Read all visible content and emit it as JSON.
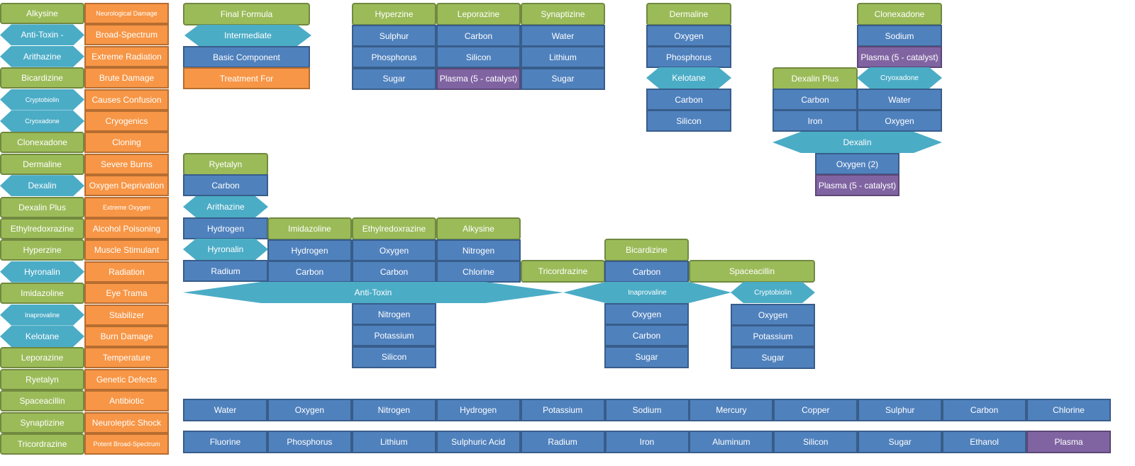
{
  "palette": {
    "green": "#9bbb59",
    "blue": "#4f81bd",
    "purple": "#8064a2",
    "orange": "#f79646",
    "cyan": "#4bacc6"
  },
  "legend_list": [
    {
      "chem": "Alkysine",
      "chem_shape": "rect",
      "treatment": "Neurological Damage",
      "small": true
    },
    {
      "chem": "Anti-Toxin -",
      "chem_shape": "hex",
      "treatment": "Broad-Spectrum"
    },
    {
      "chem": "Arithazine",
      "chem_shape": "hex",
      "treatment": "Extreme Radiation"
    },
    {
      "chem": "Bicardizine",
      "chem_shape": "rect",
      "treatment": "Brute Damage"
    },
    {
      "chem": "Cryptobiolin",
      "chem_shape": "hex",
      "treatment": "Causes Confusion",
      "chem_small": true
    },
    {
      "chem": "Cryoxadone",
      "chem_shape": "hex",
      "treatment": "Cryogenics",
      "chem_small": true
    },
    {
      "chem": "Clonexadone",
      "chem_shape": "rect",
      "treatment": "Cloning"
    },
    {
      "chem": "Dermaline",
      "chem_shape": "rect",
      "treatment": "Severe Burns"
    },
    {
      "chem": "Dexalin",
      "chem_shape": "hex",
      "treatment": "Oxygen Deprivation"
    },
    {
      "chem": "Dexalin Plus",
      "chem_shape": "rect",
      "treatment": "Extreme Oxygen",
      "small": true
    },
    {
      "chem": "Ethylredoxrazine",
      "chem_shape": "rect",
      "treatment": "Alcohol Poisoning"
    },
    {
      "chem": "Hyperzine",
      "chem_shape": "rect",
      "treatment": "Muscle Stimulant"
    },
    {
      "chem": "Hyronalin",
      "chem_shape": "hex",
      "treatment": "Radiation"
    },
    {
      "chem": "Imidazoline",
      "chem_shape": "rect",
      "treatment": "Eye Trama"
    },
    {
      "chem": "Inaprovaline",
      "chem_shape": "hex",
      "treatment": "Stabilizer",
      "chem_small": true
    },
    {
      "chem": "Kelotane",
      "chem_shape": "hex",
      "treatment": "Burn Damage"
    },
    {
      "chem": "Leporazine",
      "chem_shape": "rect",
      "treatment": "Temperature"
    },
    {
      "chem": "Ryetalyn",
      "chem_shape": "rect",
      "treatment": "Genetic Defects"
    },
    {
      "chem": "Spaceacillin",
      "chem_shape": "rect",
      "treatment": "Antibiotic"
    },
    {
      "chem": "Synaptizine",
      "chem_shape": "rect",
      "treatment": "Neuroleptic Shock"
    },
    {
      "chem": "Tricordrazine",
      "chem_shape": "rect",
      "treatment": "Potent Broad-Spectrum",
      "small": true
    }
  ],
  "key": {
    "final": "Final  Formula",
    "intermediate": "Intermediate",
    "basic": "Basic Component",
    "treatment": "Treatment For"
  },
  "recipes": {
    "hyperzine": {
      "name": "Hyperzine",
      "parts": [
        "Sulphur",
        "Phosphorus",
        "Sugar"
      ]
    },
    "leporazine": {
      "name": "Leporazine",
      "parts": [
        "Carbon",
        "Silicon",
        "Plasma (5 - catalyst)"
      ]
    },
    "synaptizine": {
      "name": "Synaptizine",
      "parts": [
        "Water",
        "Lithium",
        "Sugar"
      ]
    },
    "dermaline": {
      "name": "Dermaline",
      "parts": [
        "Oxygen",
        "Phosphorus"
      ],
      "mid": "Kelotane",
      "mid_parts": [
        "Carbon",
        "Silicon"
      ]
    },
    "clonexadone": {
      "name": "Clonexadone",
      "parts": [
        "Sodium",
        "Plasma (5 - catalyst)"
      ],
      "mid": "Cryoxadone",
      "mid_parts": [
        "Water",
        "Oxygen"
      ]
    },
    "dexalin_plus": {
      "name": "Dexalin Plus",
      "parts": [
        "Carbon",
        "Iron"
      ],
      "mid": "Dexalin",
      "mid_parts": [
        "Oxygen (2)",
        "Plasma (5 - catalyst)"
      ]
    },
    "ryetalyn": {
      "name": "Ryetalyn",
      "part1": "Carbon",
      "mid1": "Arithazine",
      "part2": "Hydrogen",
      "mid2": "Hyronalin",
      "part3": "Radium"
    },
    "imidazoline": {
      "name": "Imidazoline",
      "parts": [
        "Hydrogen",
        "Carbon"
      ]
    },
    "ethylredoxrazine": {
      "name": "Ethylredoxrazine",
      "parts": [
        "Oxygen",
        "Carbon"
      ]
    },
    "alkysine": {
      "name": "Alkysine",
      "parts": [
        "Nitrogen",
        "Chlorine"
      ]
    },
    "anti_toxin": {
      "name": "Anti-Toxin",
      "parts": [
        "Nitrogen",
        "Potassium",
        "Silicon"
      ]
    },
    "tricordrazine": {
      "name": "Tricordrazine"
    },
    "bicardizine": {
      "name": "Bicardizine",
      "parts": [
        "Carbon"
      ]
    },
    "spaceacillin": {
      "name": "Spaceacillin"
    },
    "inaprovaline": {
      "name": "Inaprovaline",
      "parts": [
        "Oxygen",
        "Carbon",
        "Sugar"
      ]
    },
    "cryptobiolin": {
      "name": "Cryptobiolin",
      "parts": [
        "Oxygen",
        "Potassium",
        "Sugar"
      ]
    }
  },
  "elements_row1": [
    "Water",
    "Oxygen",
    "Nitrogen",
    "Hydrogen",
    "Potassium",
    "Sodium",
    "Mercury",
    "Copper",
    "Sulphur",
    "Carbon",
    "Chlorine"
  ],
  "elements_row2": [
    "Fluorine",
    "Phosphorus",
    "Lithium",
    "Sulphuric Acid",
    "Radium",
    "Iron",
    "Aluminum",
    "Silicon",
    "Sugar",
    "Ethanol",
    "Plasma"
  ]
}
